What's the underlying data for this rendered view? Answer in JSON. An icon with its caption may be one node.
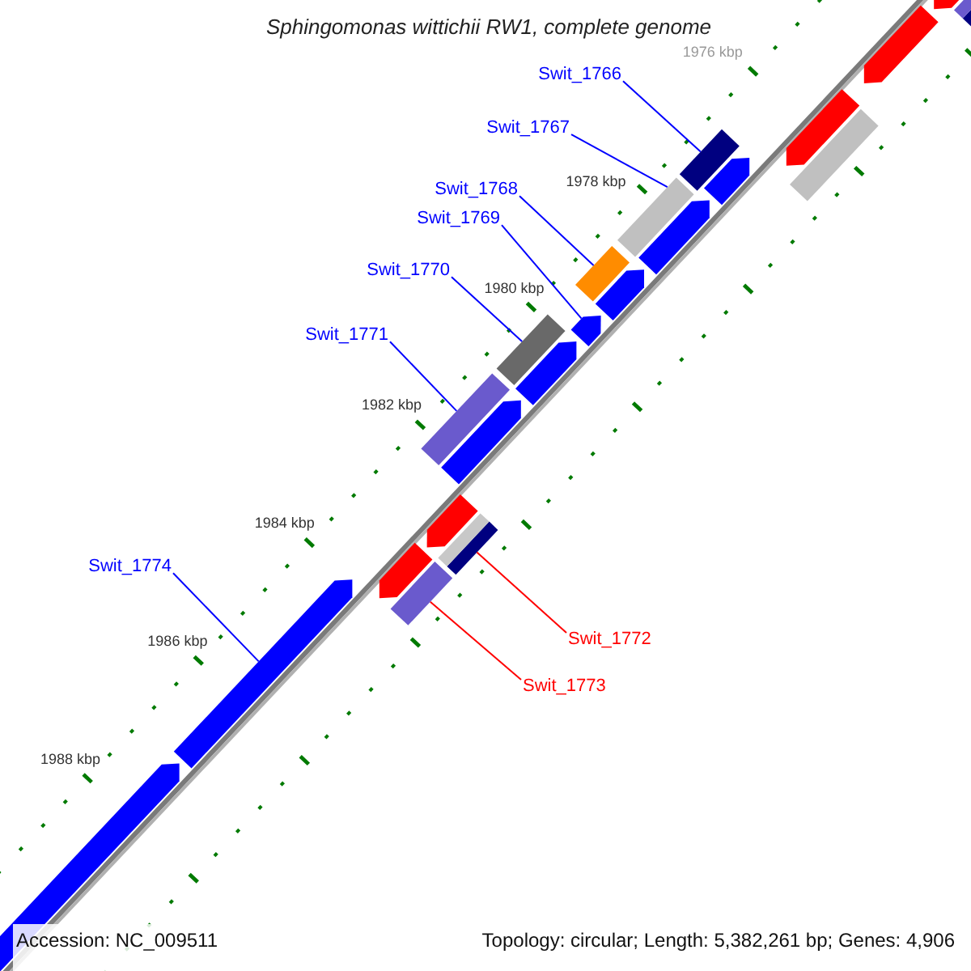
{
  "diagram": {
    "title": "Sphingomonas wittichii RW1, complete genome",
    "nodes": [
      {
        "text": [
          "Swit_1766"
        ]
      },
      {
        "text": [
          "Swit_1767"
        ]
      },
      {
        "text": [
          "Swit_1768"
        ]
      },
      {
        "text": [
          "Swit_1769"
        ]
      },
      {
        "text": [
          "Swit_1770"
        ]
      },
      {
        "text": [
          "Swit_1771"
        ]
      },
      {
        "text": [
          "Swit_1774"
        ]
      },
      {
        "text": [
          "Swit_1772"
        ]
      },
      {
        "text": [
          "Swit_1773"
        ]
      },
      {
        "text": [],
        "shape": "pentagon"
      },
      {
        "text": [],
        "shape": "bar"
      },
      {
        "text": [],
        "shape": "pentagon"
      },
      {
        "text": [],
        "shape": "pentagon"
      },
      {
        "text": [],
        "shape": "bar"
      },
      {
        "text": [],
        "shape": "bar"
      },
      {
        "text": [],
        "shape": "pentagon"
      },
      {
        "text": [],
        "shape": "bar"
      },
      {
        "text": [],
        "shape": "pentagon"
      },
      {
        "text": [],
        "shape": "bar"
      },
      {
        "text": [],
        "shape": "pentagon"
      },
      {
        "text": [],
        "shape": "pentagon"
      },
      {
        "text": [],
        "shape": "bar"
      },
      {
        "text": [],
        "shape": "pentagon"
      },
      {
        "text": [],
        "shape": "bar"
      },
      {
        "text": [],
        "shape": "pentagon"
      },
      {
        "text": [],
        "shape": "pentagon"
      },
      {
        "text": [],
        "shape": "bar"
      },
      {
        "text": [],
        "shape": "pentagon"
      },
      {
        "text": [],
        "shape": "bar"
      },
      {
        "text": [],
        "shape": "pentagon"
      },
      {
        "text": [],
        "shape": "pentagon"
      }
    ],
    "edges": [
      {
        "from": 0,
        "to": 14,
        "arrow": "none"
      },
      {
        "from": 1,
        "to": 16,
        "arrow": "none"
      },
      {
        "from": 2,
        "to": 18,
        "arrow": "none"
      },
      {
        "from": 3,
        "to": 20,
        "arrow": "none"
      },
      {
        "from": 4,
        "to": 21,
        "arrow": "none"
      },
      {
        "from": 5,
        "to": 23,
        "arrow": "none"
      },
      {
        "from": 6,
        "to": 29,
        "arrow": "none"
      },
      {
        "from": 7,
        "to": 26,
        "arrow": "none",
        "color": "#ff0000"
      },
      {
        "from": 8,
        "to": 28,
        "arrow": "none",
        "color": "#ff0000"
      }
    ],
    "labels": [
      "1976 kbp",
      "1978 kbp",
      "1980 kbp",
      "1982 kbp",
      "1984 kbp",
      "1986 kbp",
      "1988 kbp",
      "Accession: NC_009511",
      "Topology: circular; Length: 5,382,261 bp; Genes: 4,906"
    ]
  }
}
